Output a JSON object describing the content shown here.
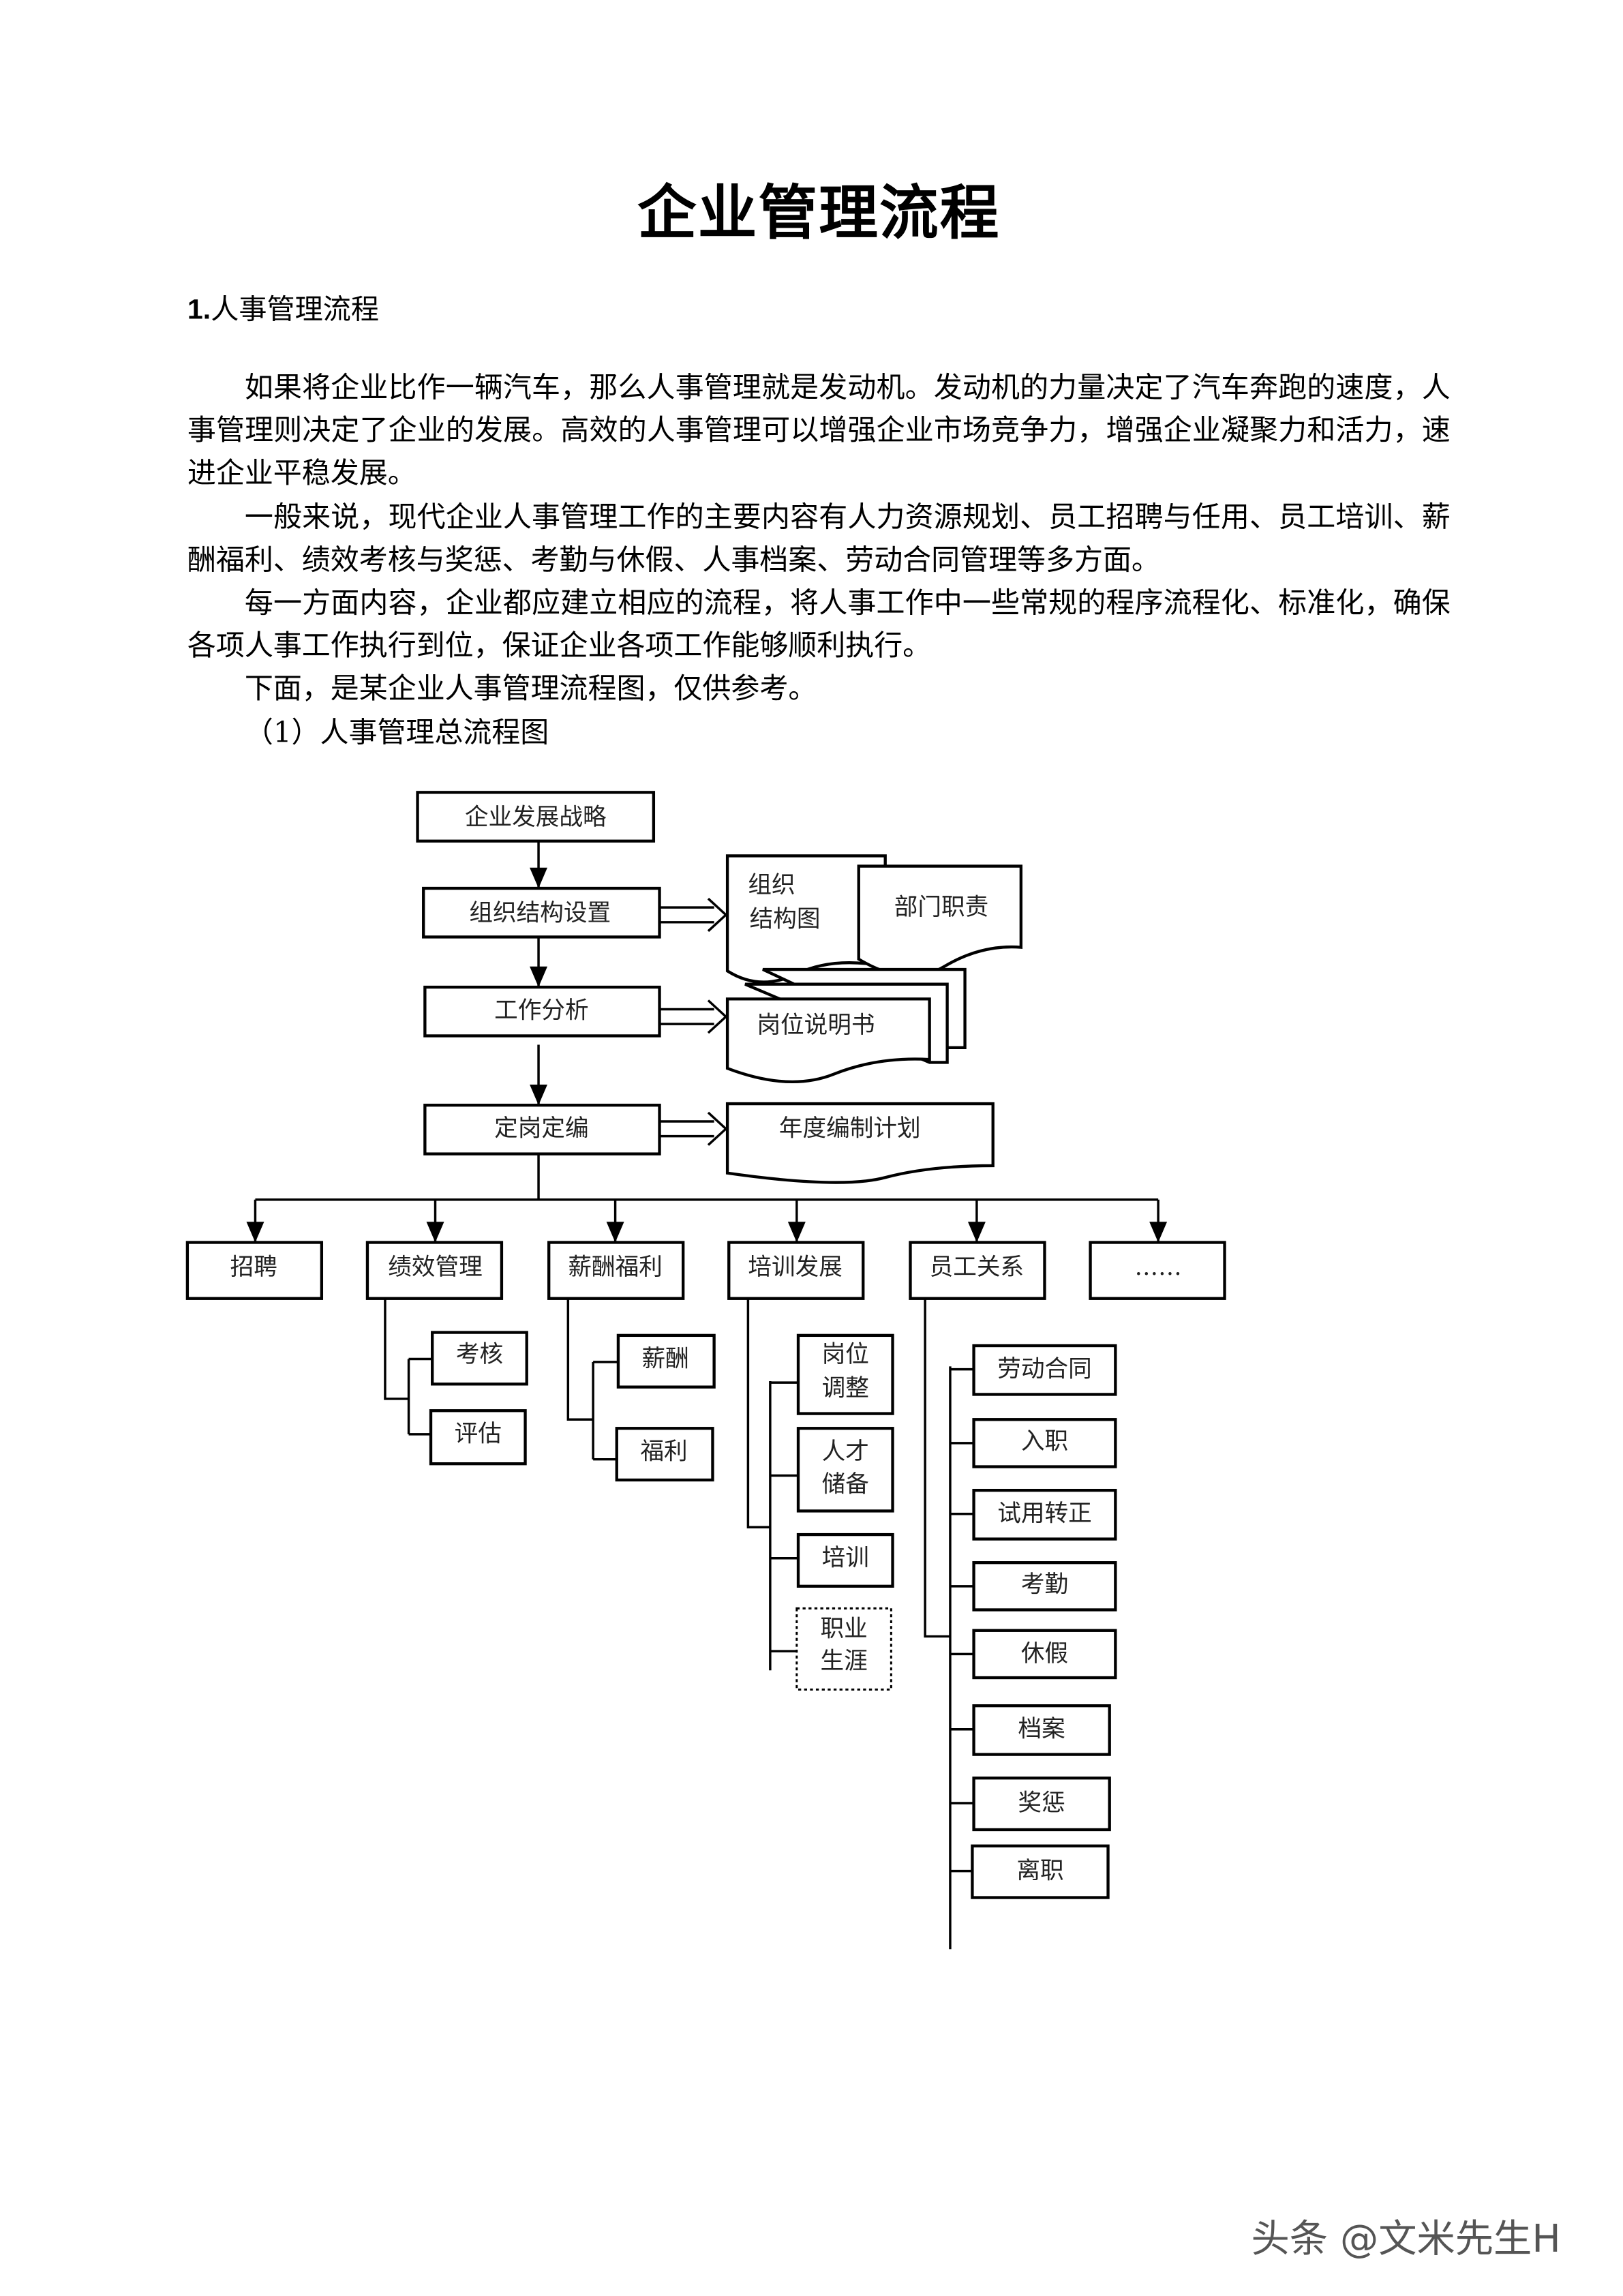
{
  "title": "企业管理流程",
  "section": {
    "number": "1.",
    "title": "人事管理流程"
  },
  "paragraphs": [
    "如果将企业比作一辆汽车，那么人事管理就是发动机。发动机的力量决定了汽车奔跑的速度，人事管理则决定了企业的发展。高效的人事管理可以增强企业市场竞争力，增强企业凝聚力和活力，速进企业平稳发展。",
    "一般来说，现代企业人事管理工作的主要内容有人力资源规划、员工招聘与任用、员工培训、薪酬福利、绩效考核与奖惩、考勤与休假、人事档案、劳动合同管理等多方面。",
    "每一方面内容，企业都应建立相应的流程，将人事工作中一些常规的程序流程化、标准化，确保各项人事工作执行到位，保证企业各项工作能够顺利执行。",
    "下面，是某企业人事管理流程图，仅供参考。"
  ],
  "figure_caption": "（1）人事管理总流程图",
  "flow": {
    "main": [
      "企业发展战略",
      "组织结构设置",
      "工作分析",
      "定岗定编"
    ],
    "docs": {
      "org_chart": [
        "组织",
        "结构图"
      ],
      "dept_duties": "部门职责",
      "job_desc": "岗位说明书",
      "annual_plan": "年度编制计划"
    },
    "branches": [
      "招聘",
      "绩效管理",
      "薪酬福利",
      "培训发展",
      "员工关系",
      "……"
    ],
    "performance": [
      "考核",
      "评估"
    ],
    "compensation": [
      "薪酬",
      "福利"
    ],
    "training": [
      [
        "岗位",
        "调整"
      ],
      [
        "人才",
        "储备"
      ],
      [
        "培训"
      ],
      [
        "职业",
        "生涯"
      ]
    ],
    "relations": [
      "劳动合同",
      "入职",
      "试用转正",
      "考勤",
      "休假",
      "档案",
      "奖惩",
      "离职"
    ]
  },
  "watermark": "头条 @文米先生H"
}
